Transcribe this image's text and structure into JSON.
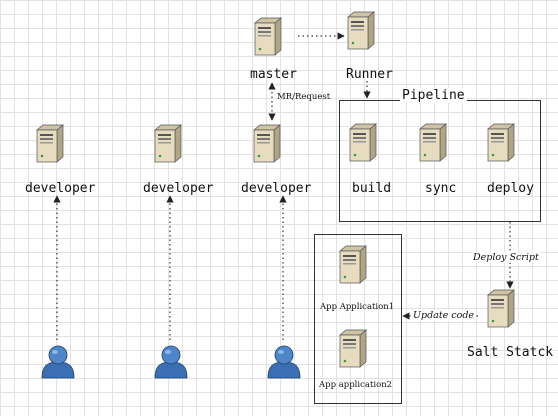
{
  "nodes": {
    "master": "master",
    "runner": "Runner",
    "developer_1": "developer",
    "developer_2": "developer",
    "developer_3": "developer",
    "build": "build",
    "sync": "sync",
    "deploy": "deploy",
    "salt_stack": "Salt Statck",
    "app_1": "App Application1",
    "app_2": "App application2"
  },
  "groups": {
    "pipeline": "Pipeline"
  },
  "edges": {
    "mr_request": "MR/Request",
    "deploy_script": "Deploy Script",
    "update_code": "Update code"
  },
  "icons": {
    "server": "server-icon",
    "user": "user-icon"
  },
  "colors": {
    "server_body": "#e8dcc0",
    "user_fill": "#3a6fb3"
  }
}
